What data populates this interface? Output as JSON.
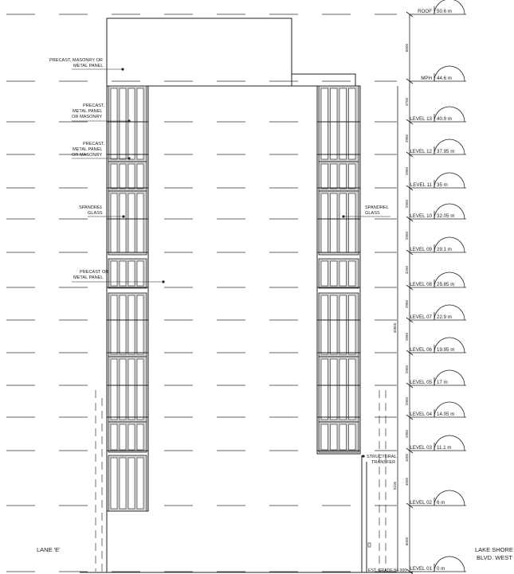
{
  "drawing": {
    "levels": [
      {
        "name": "ROOF",
        "value": "50.6 m"
      },
      {
        "name": "MPH",
        "value": "44.6 m"
      },
      {
        "name": "LEVEL 13",
        "value": "40.9 m"
      },
      {
        "name": "LEVEL 12",
        "value": "37.95 m"
      },
      {
        "name": "LEVEL 11",
        "value": "35 m"
      },
      {
        "name": "LEVEL 10",
        "value": "32.05 m"
      },
      {
        "name": "LEVEL 09",
        "value": "29.1 m"
      },
      {
        "name": "LEVEL 08",
        "value": "25.85 m"
      },
      {
        "name": "LEVEL 07",
        "value": "22.9 m"
      },
      {
        "name": "LEVEL 06",
        "value": "19.95 m"
      },
      {
        "name": "LEVEL 05",
        "value": "17 m"
      },
      {
        "name": "LEVEL 04",
        "value": "14.05 m"
      },
      {
        "name": "LEVEL 03",
        "value": "11.1 m"
      },
      {
        "name": "LEVEL 02",
        "value": "6 m"
      },
      {
        "name": "LEVEL 01",
        "value": "0 m"
      }
    ],
    "dimensions": [
      "6000",
      "3700",
      "2950",
      "2950",
      "2950",
      "2950",
      "3250",
      "2950",
      "2950",
      "2950",
      "2950",
      "2950",
      "1000",
      "4000",
      "6000",
      "5100",
      "44600"
    ],
    "notes": {
      "left_panel_top": [
        "PRECAST, MASONRY OR",
        "METAL PANEL"
      ],
      "left_panel_mid1": [
        "PRECAST,",
        "METAL PANEL",
        "OR MASONRY"
      ],
      "left_panel_mid2": [
        "PRECAST,",
        "METAL PANEL",
        "OR MASONRY"
      ],
      "left_spandrel": [
        "SPANDREL",
        "GLASS"
      ],
      "right_spandrel": [
        "SPANDREL",
        "GLASS"
      ],
      "left_precast_low": [
        "PRECAST OR",
        "METAL PANEL"
      ],
      "transfer": [
        "STRUCTURAL",
        "TRANSFER"
      ]
    },
    "streets": {
      "left": [
        "LANE 'E'"
      ],
      "right": [
        "LAKE SHORE",
        "BLVD. WEST"
      ]
    },
    "grade_label": "EST. GRADE 84.000"
  }
}
